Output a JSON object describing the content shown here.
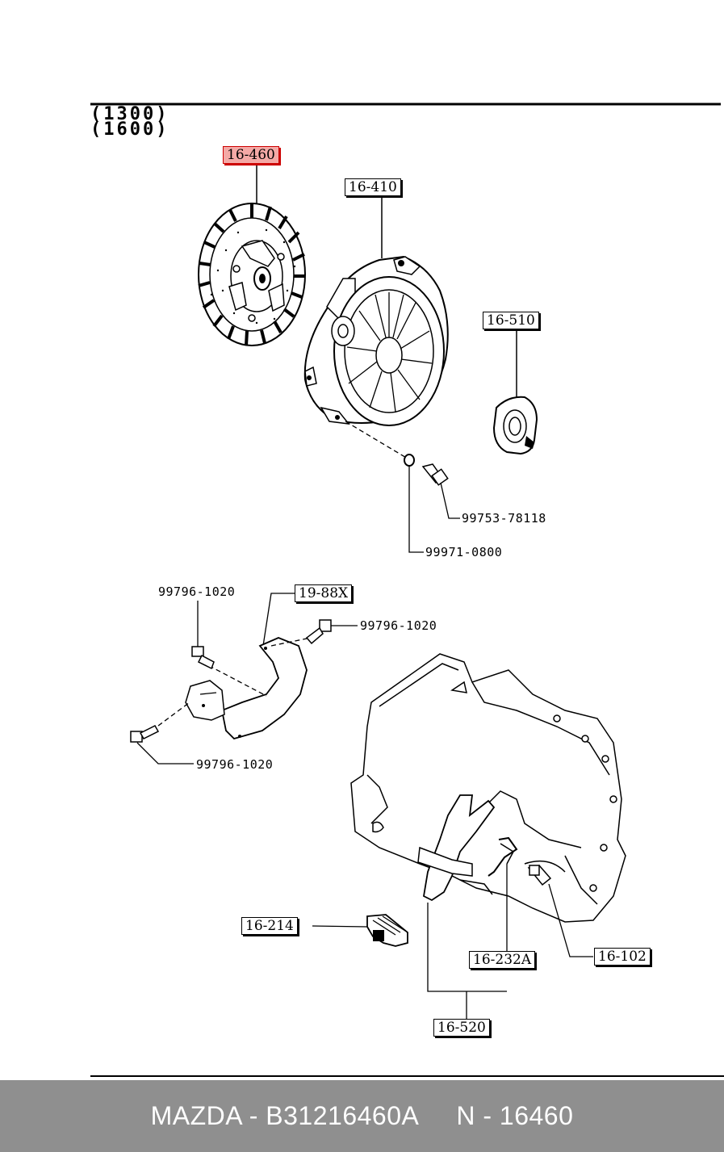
{
  "header": {
    "variant_1": "(1300)",
    "variant_2": "(1600)"
  },
  "callouts": {
    "clutch_disc": "16-460",
    "clutch_cover": "16-410",
    "release_bearing": "16-510",
    "dust_cover": "19-88X",
    "boot": "16-214",
    "spring": "16-232A",
    "pivot_bolt": "16-102",
    "release_fork": "16-520"
  },
  "part_numbers": {
    "cover_bolt": "99753-78118",
    "washer": "99971-0800",
    "bolt_top_left": "99796-1020",
    "bolt_top_right": "99796-1020",
    "bolt_bottom": "99796-1020"
  },
  "highlight_color": "#f4a9a6",
  "footer": {
    "part_ref": "MAZDA - B31216460A",
    "code": "N - 16460"
  }
}
